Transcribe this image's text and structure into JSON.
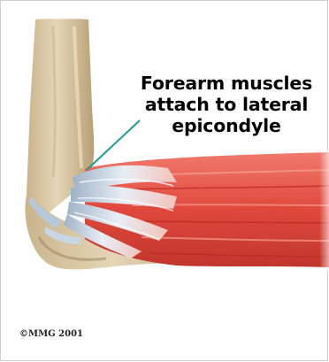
{
  "diagram": {
    "caption_lines": [
      "Forearm muscles",
      "attach to lateral",
      "epicondyle"
    ],
    "copyright": "©MMG 2001"
  },
  "colors": {
    "bone": "#d9c7a3",
    "bone_shadow": "#b89f76",
    "muscle": "#e0483c",
    "muscle_dark": "#b8271f",
    "tendon": "#dfe8f2",
    "tendon_shadow": "#9fb3c8",
    "leader_line": "#1a9e8e"
  }
}
